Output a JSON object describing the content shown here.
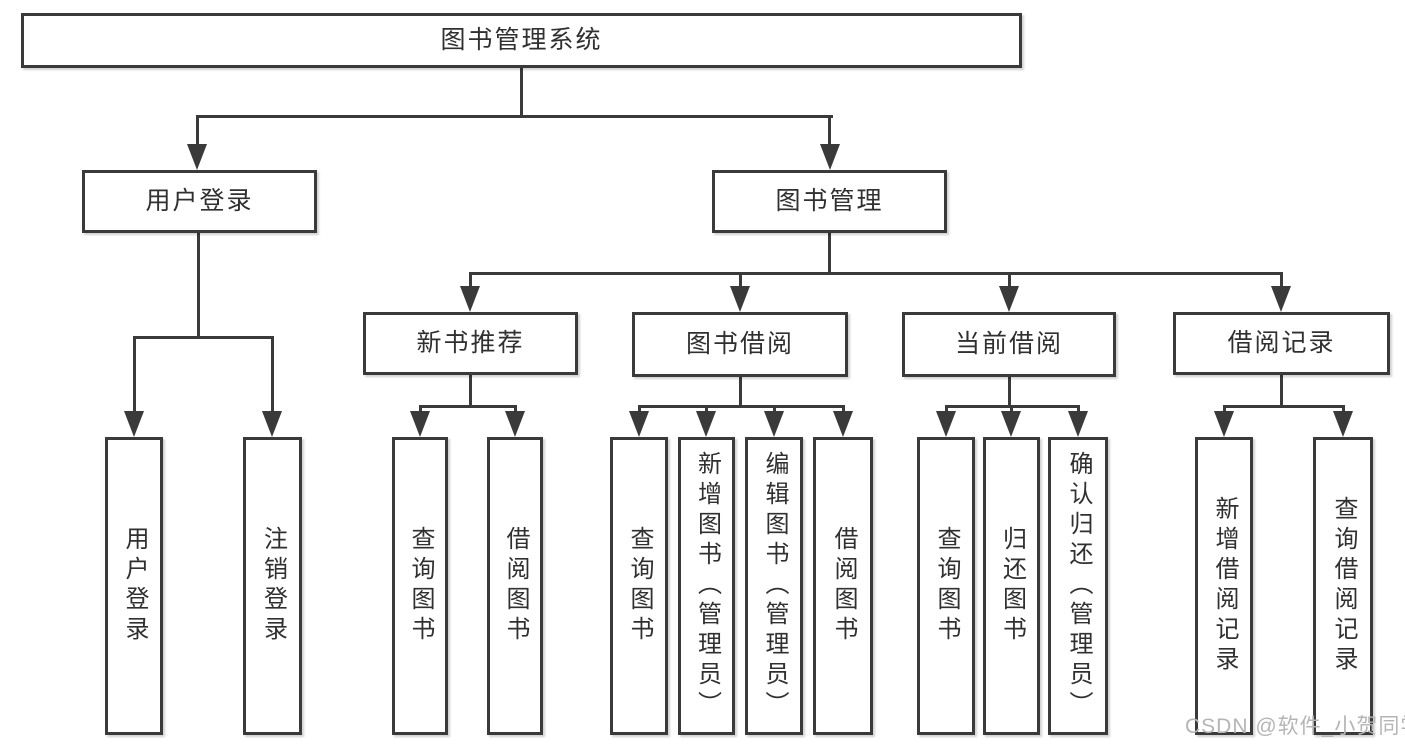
{
  "diagram_title": "图书管理系统",
  "colors": {
    "line": "#3a3a3a",
    "text": "#303030",
    "background": "#ffffff",
    "watermark": "#b5b5b5"
  },
  "watermark": {
    "text": "CSDN @软件_小贺同学"
  },
  "nodes": {
    "root": {
      "label": "图书管理系统"
    },
    "user_login": {
      "label": "用户登录"
    },
    "book_mgmt": {
      "label": "图书管理"
    },
    "new_book_rec": {
      "label": "新书推荐"
    },
    "book_borrow": {
      "label": "图书借阅"
    },
    "current_borrow": {
      "label": "当前借阅"
    },
    "borrow_record": {
      "label": "借阅记录"
    },
    "leaf_user_login": {
      "label": "用户登录"
    },
    "leaf_logout": {
      "label": "注销登录"
    },
    "leaf_query_book_a": {
      "label": "查询图书"
    },
    "leaf_borrow_book_a": {
      "label": "借阅图书"
    },
    "leaf_query_book_b": {
      "label": "查询图书"
    },
    "leaf_add_book": {
      "label": "新增图书（管理员）"
    },
    "leaf_edit_book": {
      "label": "编辑图书（管理员）"
    },
    "leaf_borrow_book_b": {
      "label": "借阅图书"
    },
    "leaf_query_book_c": {
      "label": "查询图书"
    },
    "leaf_return_book": {
      "label": "归还图书"
    },
    "leaf_confirm_return": {
      "label": "确认归还（管理员）"
    },
    "leaf_add_record": {
      "label": "新增借阅记录"
    },
    "leaf_query_record": {
      "label": "查询借阅记录"
    }
  },
  "tree": {
    "图书管理系统": {
      "用户登录": [
        "用户登录",
        "注销登录"
      ],
      "图书管理": {
        "新书推荐": [
          "查询图书",
          "借阅图书"
        ],
        "图书借阅": [
          "查询图书",
          "新增图书（管理员）",
          "编辑图书（管理员）",
          "借阅图书"
        ],
        "当前借阅": [
          "查询图书",
          "归还图书",
          "确认归还（管理员）"
        ],
        "借阅记录": [
          "新增借阅记录",
          "查询借阅记录"
        ]
      }
    }
  }
}
